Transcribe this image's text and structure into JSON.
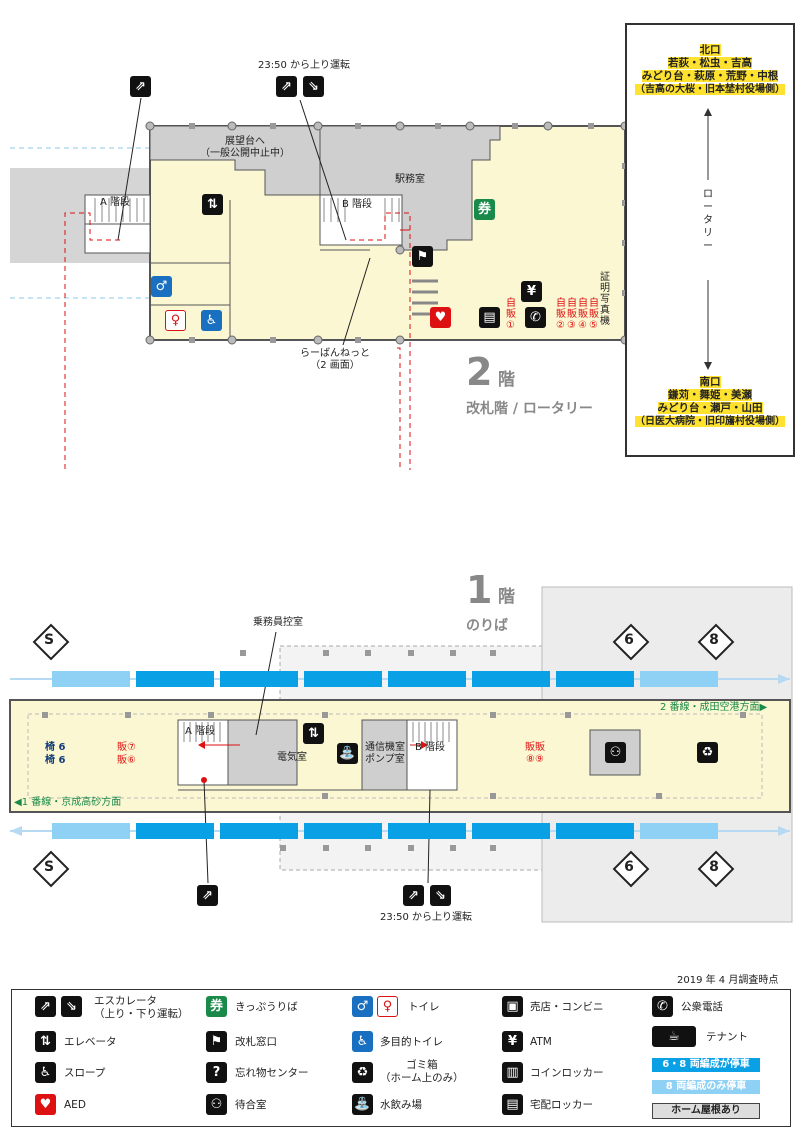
{
  "colors": {
    "platform_fill": "#fbf7d2",
    "building_gray": "#cfcfcf",
    "track_blue": "#0aa0e6",
    "track_light": "#8fd0f5",
    "accent_red": "#d11",
    "wall": "#555555"
  },
  "floor2": {
    "floor_number": "2",
    "floor_suffix": "階",
    "floor_name": "改札階 / ロータリー",
    "observation": "展望台へ\n（一般公開中止中）",
    "station_office": "駅務室",
    "stair_a": "A 階段",
    "stair_b": "B 階段",
    "escalator_note": "23:50 から上り運転",
    "laban_net": "らーばんねっと\n（2 画面）",
    "photo_booth": "証明写真機",
    "vending_1": "自販①",
    "vending_2": "自販②",
    "vending_3": "自販③",
    "vending_4": "自販④",
    "vending_5": "自販⑤",
    "rotary": "ロータリー",
    "north_exit": {
      "title": "北口",
      "lines": [
        "若荻・松虫・吉高",
        "みどり台・萩原・荒野・中根",
        "（吉高の大桜・旧本埜村役場側）"
      ]
    },
    "south_exit": {
      "title": "南口",
      "lines": [
        "鎌苅・舞姫・美瀬",
        "みどり台・瀬戸・山田",
        "（日医大病院・旧印旛村役場側）"
      ]
    }
  },
  "floor1": {
    "floor_number": "1",
    "floor_suffix": "階",
    "floor_name": "のりば",
    "crew_room": "乗務員控室",
    "electric_room": "電気室",
    "comm_room": "通信機室\nポンプ室",
    "stair_a": "A 階段",
    "stair_b": "B 階段",
    "bench_left_1": "椅 6",
    "bench_left_2": "椅 6",
    "vending_left_1": "販⑦",
    "vending_left_2": "販⑥",
    "vending_right": "販販\n⑧⑨",
    "track2_label": "2 番線・成田空港方面▶",
    "track1_label": "◀1 番線・京成高砂方面",
    "escalator_note": "23:50 から上り運転",
    "stop_marks": [
      "S",
      "6",
      "8"
    ]
  },
  "legend": {
    "survey_date": "2019 年 4 月調査時点",
    "items": [
      {
        "icon": "escalator-icon",
        "label": "エスカレータ\n（上り・下り運転）"
      },
      {
        "icon": "elevator-icon",
        "label": "エレベータ"
      },
      {
        "icon": "slope-icon",
        "label": "スロープ"
      },
      {
        "icon": "aed-icon",
        "label": "AED"
      },
      {
        "icon": "ticket-icon",
        "label": "きっぷうりば"
      },
      {
        "icon": "gate-window-icon",
        "label": "改札窓口"
      },
      {
        "icon": "lost-found-icon",
        "label": "忘れ物センター"
      },
      {
        "icon": "waiting-room-icon",
        "label": "待合室"
      },
      {
        "icon": "toilet-icon",
        "label": "トイレ"
      },
      {
        "icon": "accessible-toilet-icon",
        "label": "多目的トイレ"
      },
      {
        "icon": "trash-icon",
        "label": "ゴミ箱\n（ホーム上のみ）"
      },
      {
        "icon": "drinking-water-icon",
        "label": "水飲み場"
      },
      {
        "icon": "shop-icon",
        "label": "売店・コンビニ"
      },
      {
        "icon": "atm-icon",
        "label": "ATM"
      },
      {
        "icon": "coin-locker-icon",
        "label": "コインロッカー"
      },
      {
        "icon": "delivery-locker-icon",
        "label": "宅配ロッカー"
      },
      {
        "icon": "phone-icon",
        "label": "公衆電話"
      },
      {
        "icon": "tenant-icon",
        "label": "テナント"
      }
    ],
    "stop_6_8": "6・8 両編成が停車",
    "stop_8": "8 両編成のみ停車",
    "roof": "ホーム屋根あり"
  }
}
